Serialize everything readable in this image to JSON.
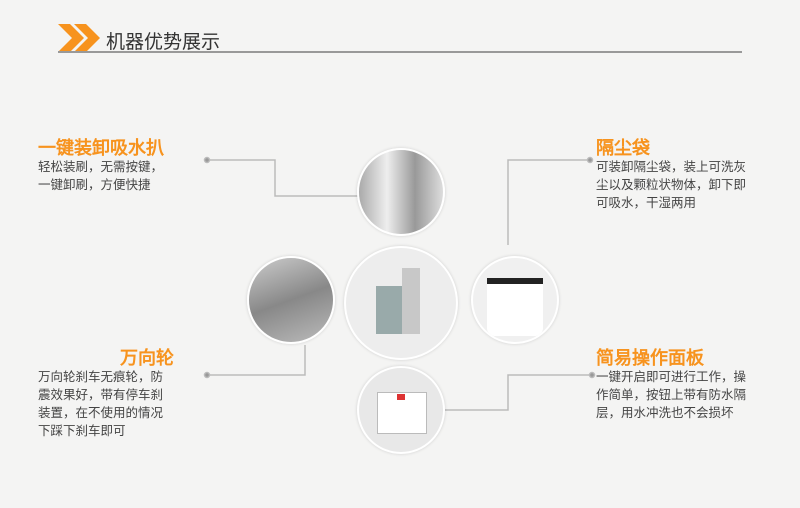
{
  "header": {
    "title": "机器优势展示"
  },
  "features": [
    {
      "title": "一键装卸吸水扒",
      "desc": [
        "轻松装刷，无需按键，",
        "一键卸刷，方便快捷"
      ]
    },
    {
      "title": "隔尘袋",
      "desc": [
        "可装卸隔尘袋，装上可洗灰",
        "尘以及颗粒状物体，卸下即",
        "可吸水，干湿两用"
      ]
    },
    {
      "title": "万向轮",
      "desc": [
        "万向轮刹车无痕轮，防",
        "震效果好，带有停车刹",
        "装置，在不使用的情况",
        "下踩下刹车即可"
      ]
    },
    {
      "title": "简易操作面板",
      "desc": [
        "一键开启即可进行工作，操",
        "作简单，按钮上带有防水隔",
        "层，用水冲洗也不会损坏"
      ]
    }
  ],
  "colors": {
    "accent": "#f7931e"
  }
}
